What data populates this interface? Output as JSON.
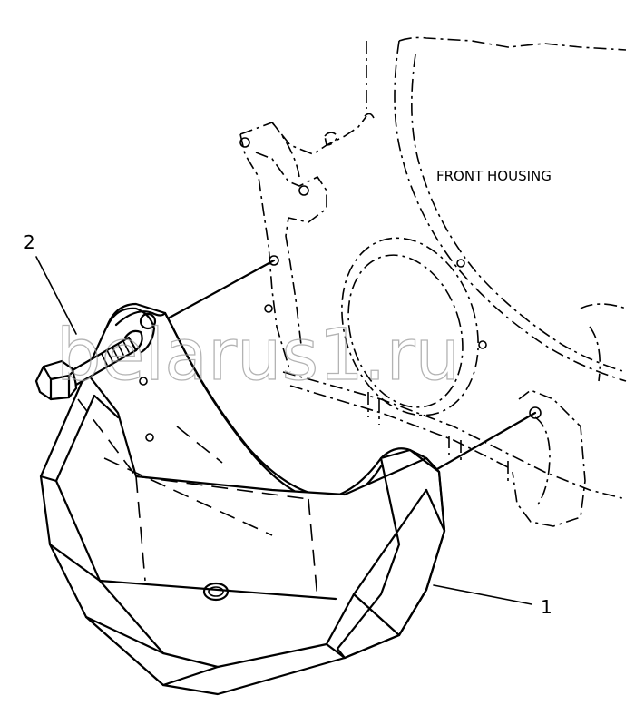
{
  "diagram": {
    "callouts": [
      {
        "id": "1",
        "text": "1"
      },
      {
        "id": "2",
        "text": "2"
      }
    ],
    "housing_label": "FRONT HOUSING",
    "watermark": "belarus1.ru",
    "colors": {
      "ink": "#000000",
      "background": "#ffffff",
      "watermark": "#9a9a9a"
    }
  }
}
